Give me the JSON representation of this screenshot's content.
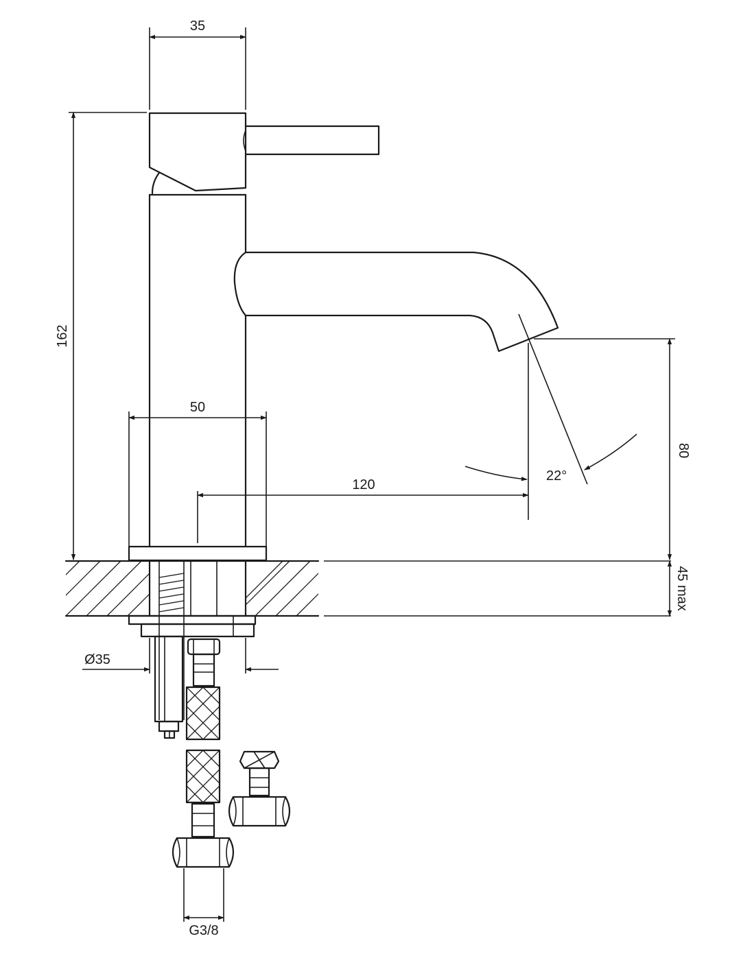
{
  "drawing": {
    "dimensions": {
      "width_top": "35",
      "height_total": "162",
      "base_width": "50",
      "spout_reach": "120",
      "spout_angle": "22°",
      "spout_height": "80",
      "mount_thickness": "45 max",
      "shank_diameter": "Ø35",
      "connection_thread": "G3/8"
    },
    "colors": {
      "line": "#1a1a1a",
      "background": "#ffffff"
    }
  }
}
